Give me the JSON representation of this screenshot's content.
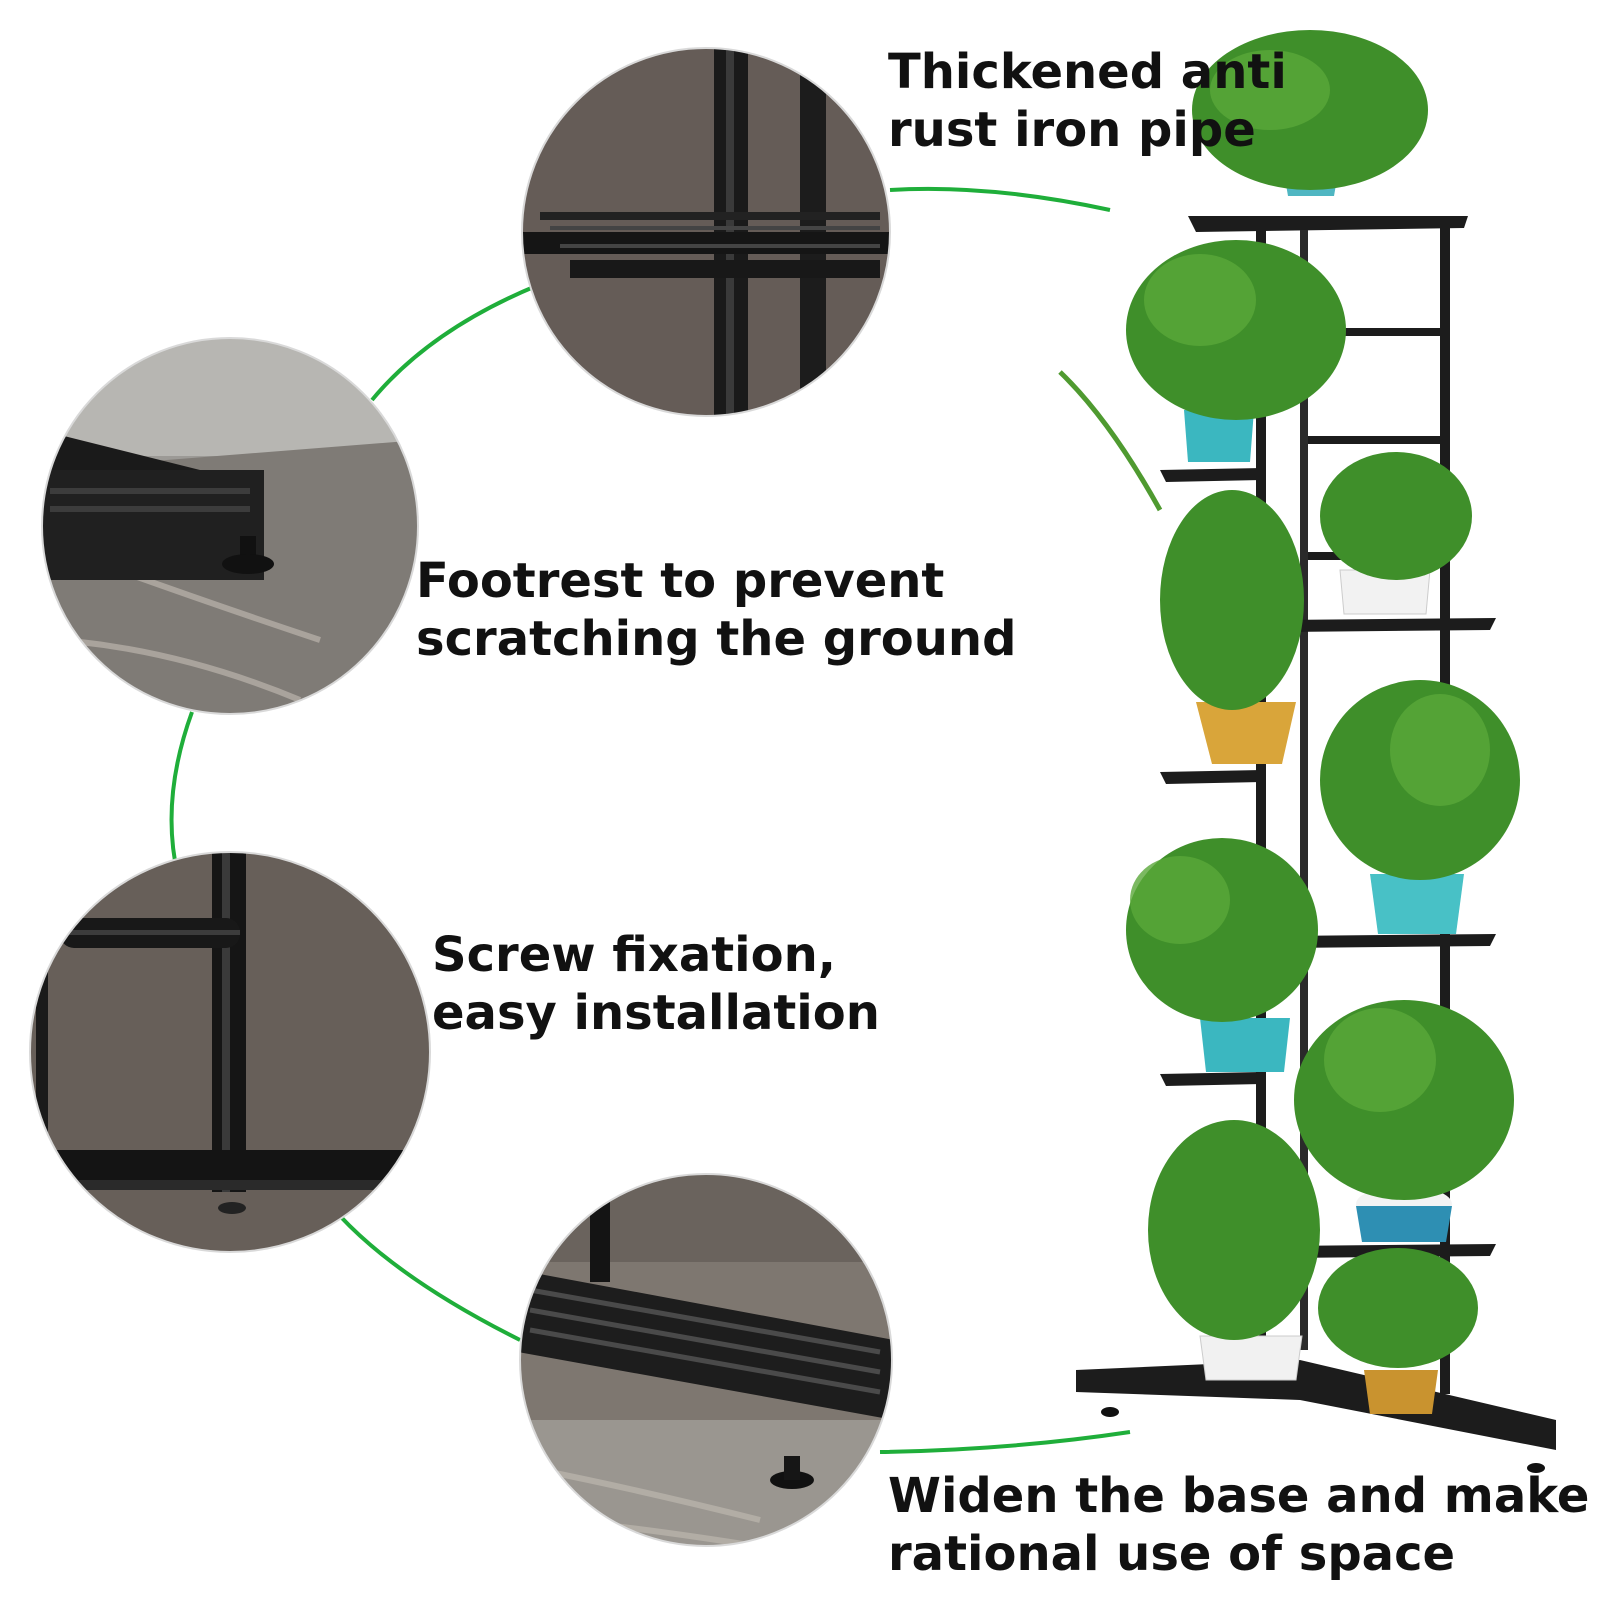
{
  "colors": {
    "connector": "#1fae3a",
    "rack_metal": "#1c1c1c",
    "detail_background": "#6b625c",
    "floor_marble": "#8c8a86",
    "text": "#111111"
  },
  "features": [
    {
      "lines": [
        "Thickened anti",
        "rust iron pipe"
      ]
    },
    {
      "lines": [
        "Footrest to prevent",
        "scratching the ground"
      ]
    },
    {
      "lines": [
        "Screw fixation,",
        "easy installation"
      ]
    },
    {
      "lines": [
        "Widen the base and make",
        "rational use of space"
      ]
    }
  ]
}
